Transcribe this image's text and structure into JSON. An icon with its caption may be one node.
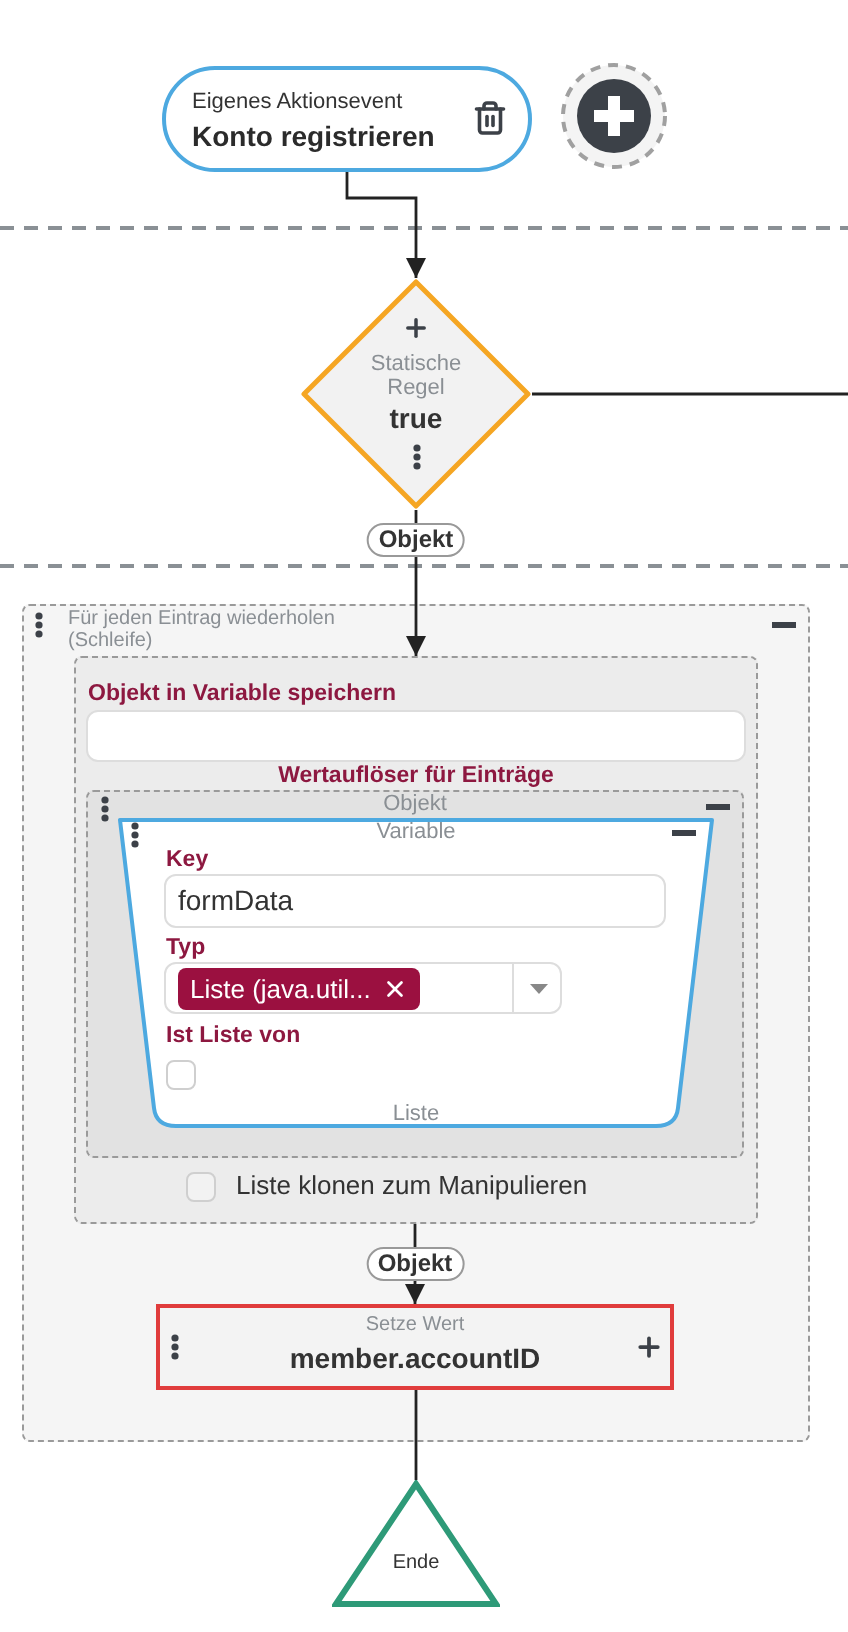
{
  "diagram": {
    "nodes": [
      {
        "text": [
          "Eigenes Aktionsevent",
          "Konto registrieren"
        ]
      },
      {
        "text": [
          "Statische Regel",
          "true"
        ]
      },
      {
        "text": [
          "Für jeden Eintrag wiederholen (Schleife)"
        ]
      },
      {
        "text": [
          "Objekt in Variable speichern",
          "Wertauflöser für Einträge",
          "Liste klonen zum Manipulieren"
        ],
        "in": 2
      },
      {
        "text": [
          "Objekt"
        ],
        "in": 3
      },
      {
        "text": [
          "Variable",
          "Key",
          "formData",
          "Typ",
          "Liste (java.util...",
          "Ist Liste von",
          "Liste"
        ],
        "in": 4
      },
      {
        "text": [
          "Setze Wert",
          "member.accountID"
        ],
        "in": 2
      },
      {
        "text": [
          "Ende"
        ]
      }
    ],
    "edges": [
      {
        "from": 0,
        "to": 1,
        "arrow": "to"
      },
      {
        "from": 1,
        "to": null,
        "arrow": "none"
      },
      {
        "from": 1,
        "to": 3,
        "arrow": "to",
        "label": "Objekt"
      },
      {
        "from": 3,
        "to": 6,
        "arrow": "to",
        "label": "Objekt"
      },
      {
        "from": 6,
        "to": 7,
        "arrow": "none"
      }
    ]
  }
}
